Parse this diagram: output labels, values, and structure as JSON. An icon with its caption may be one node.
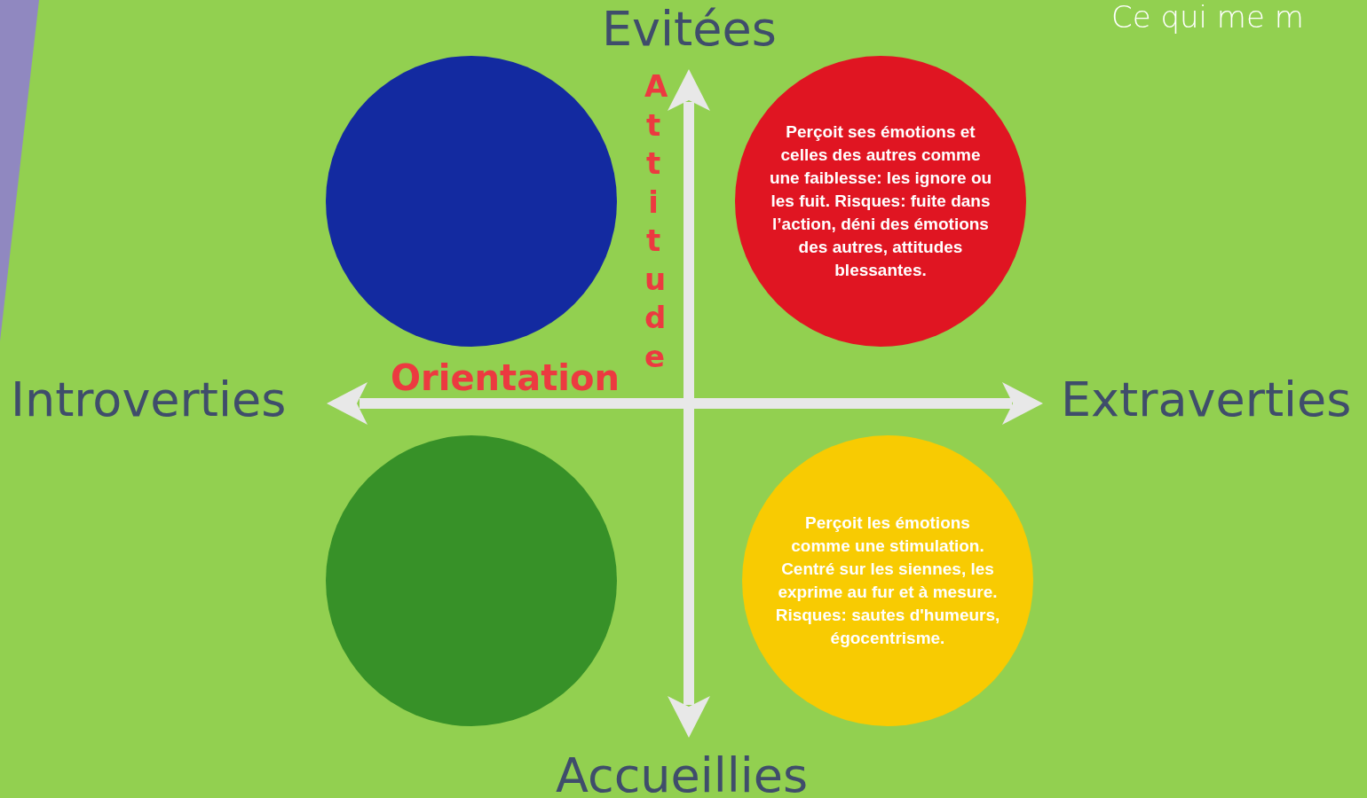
{
  "diagram": {
    "nodes": [
      {
        "text": [],
        "shape": "band"
      },
      {
        "text": [],
        "shape": "circle"
      },
      {
        "text": [
          "Perçoit ses émotions et celles des autres comme une faiblesse: les ignore ou les fuit. Risques: fuite dans l’action, déni des émotions des autres, attitudes blessantes."
        ]
      },
      {
        "text": [],
        "shape": "circle"
      },
      {
        "text": [
          "Perçoit les émotions comme une stimulation. Centré sur les siennes, les exprime au fur et à mesure. Risques: sautes d'humeurs, égocentrisme."
        ]
      }
    ],
    "labels": [
      "Ce qui me m",
      "Evitées",
      "Attitude",
      "Introverties",
      "Orientation",
      "Extraverties",
      "Accueillies"
    ]
  }
}
